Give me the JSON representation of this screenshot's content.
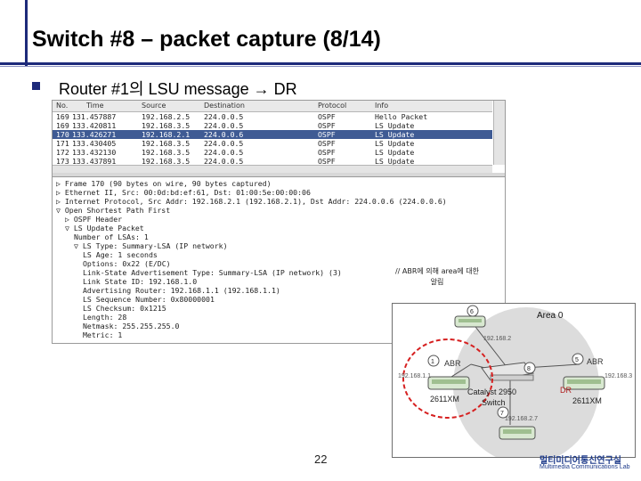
{
  "slide": {
    "title": "Switch #8 – packet capture (8/14)",
    "bullet": "Router #1의 LSU message → DR",
    "page_number": "22",
    "footer_logo_ko": "멀티미디어통신연구실",
    "footer_logo_en": "Multimedia Communications Lab",
    "accent_color": "#1d2a7a"
  },
  "capture": {
    "columns": [
      "No.",
      "Time",
      "Source",
      "Destination",
      "Protocol",
      "Info"
    ],
    "rows": [
      {
        "no": "169",
        "time": "131.457887",
        "src": "192.168.2.5",
        "dst": "224.0.0.5",
        "proto": "OSPF",
        "info": "Hello Packet",
        "selected": false
      },
      {
        "no": "169",
        "time": "133.420811",
        "src": "192.168.3.5",
        "dst": "224.0.0.5",
        "proto": "OSPF",
        "info": "LS Update",
        "selected": false
      },
      {
        "no": "170",
        "time": "133.426271",
        "src": "192.168.2.1",
        "dst": "224.0.0.6",
        "proto": "OSPF",
        "info": "LS Update",
        "selected": true
      },
      {
        "no": "171",
        "time": "133.430405",
        "src": "192.168.3.5",
        "dst": "224.0.0.5",
        "proto": "OSPF",
        "info": "LS Update",
        "selected": false
      },
      {
        "no": "172",
        "time": "133.432130",
        "src": "192.168.3.5",
        "dst": "224.0.0.5",
        "proto": "OSPF",
        "info": "LS Update",
        "selected": false
      },
      {
        "no": "173",
        "time": "133.437891",
        "src": "192.168.3.5",
        "dst": "224.0.0.5",
        "proto": "OSPF",
        "info": "LS Update",
        "selected": false
      }
    ],
    "tree": [
      {
        "indent": 0,
        "text": "▷ Frame 170 (90 bytes on wire, 90 bytes captured)"
      },
      {
        "indent": 0,
        "text": "▷ Ethernet II, Src: 00:0d:bd:ef:61, Dst: 01:00:5e:00:00:06"
      },
      {
        "indent": 0,
        "text": "▷ Internet Protocol, Src Addr: 192.168.2.1 (192.168.2.1), Dst Addr: 224.0.0.6 (224.0.0.6)"
      },
      {
        "indent": 0,
        "text": "▽ Open Shortest Path First"
      },
      {
        "indent": 1,
        "text": "▷ OSPF Header"
      },
      {
        "indent": 1,
        "text": "▽ LS Update Packet"
      },
      {
        "indent": 2,
        "text": "Number of LSAs: 1"
      },
      {
        "indent": 2,
        "text": "▽ LS Type: Summary-LSA (IP network)"
      },
      {
        "indent": 3,
        "text": "LS Age: 1 seconds"
      },
      {
        "indent": 3,
        "text": "Options: 0x22 (E/DC)"
      },
      {
        "indent": 3,
        "text": "Link-State Advertisement Type: Summary-LSA (IP network) (3)"
      },
      {
        "indent": 3,
        "text": "Link State ID: 192.168.1.0"
      },
      {
        "indent": 3,
        "text": "Advertising Router: 192.168.1.1 (192.168.1.1)"
      },
      {
        "indent": 3,
        "text": "LS Sequence Number: 0x80000001"
      },
      {
        "indent": 3,
        "text": "LS Checksum: 0x1215"
      },
      {
        "indent": 3,
        "text": "Length: 28"
      },
      {
        "indent": 3,
        "text": "Netmask: 255.255.255.0"
      },
      {
        "indent": 3,
        "text": "Metric: 1"
      }
    ],
    "annotation_line1": "// ABR에 의해 area에 대한",
    "annotation_line2": "알림"
  },
  "diagram": {
    "area_label": "Area 0",
    "area_net": "192.168.2",
    "left_abr_label": "ABR",
    "right_abr_label": "ABR",
    "dr_label": "DR",
    "switch_label_1": "Catalyst 2950",
    "switch_label_2": "Switch",
    "left_router_model": "2611XM",
    "right_router_model": "2611XM",
    "left_net": "192.168.1.1",
    "right_net": "192.168.3",
    "bottom_net": "192.168.2.7",
    "node_ids": [
      "6",
      "1",
      "8",
      "5",
      "7"
    ],
    "circle_color": "#d62020"
  }
}
